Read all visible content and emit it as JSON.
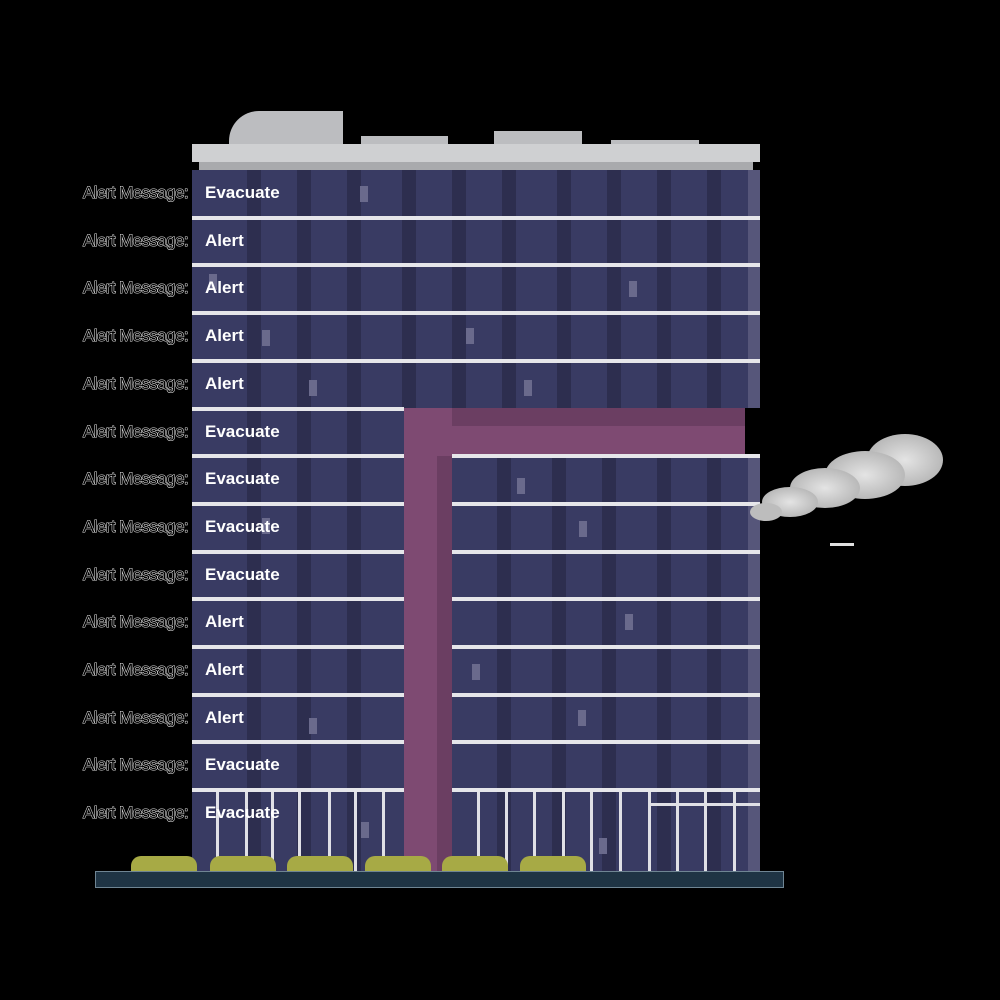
{
  "scene": {
    "description": "Building illustration with per-floor alert messages",
    "colors": {
      "facade": "#393b63",
      "facade_stripe": "#2d2e4f",
      "accent_purple": "#7e4a72",
      "roof": "#cfd0d2",
      "planter": "#a7aa45",
      "base": "#1f3444",
      "smoke": "#c8c8c8"
    }
  },
  "floors": [
    {
      "label": "Alert Message:",
      "status": "Evacuate"
    },
    {
      "label": "Alert Message:",
      "status": "Alert"
    },
    {
      "label": "Alert Message:",
      "status": "Alert"
    },
    {
      "label": "Alert Message:",
      "status": "Alert"
    },
    {
      "label": "Alert Message:",
      "status": "Alert"
    },
    {
      "label": "Alert Message:",
      "status": "Evacuate"
    },
    {
      "label": "Alert Message:",
      "status": "Evacuate"
    },
    {
      "label": "Alert Message:",
      "status": "Evacuate"
    },
    {
      "label": "Alert Message:",
      "status": "Evacuate"
    },
    {
      "label": "Alert Message:",
      "status": "Alert"
    },
    {
      "label": "Alert Message:",
      "status": "Alert"
    },
    {
      "label": "Alert Message:",
      "status": "Alert"
    },
    {
      "label": "Alert Message:",
      "status": "Evacuate"
    },
    {
      "label": "Alert Message:",
      "status": "Evacuate"
    }
  ]
}
